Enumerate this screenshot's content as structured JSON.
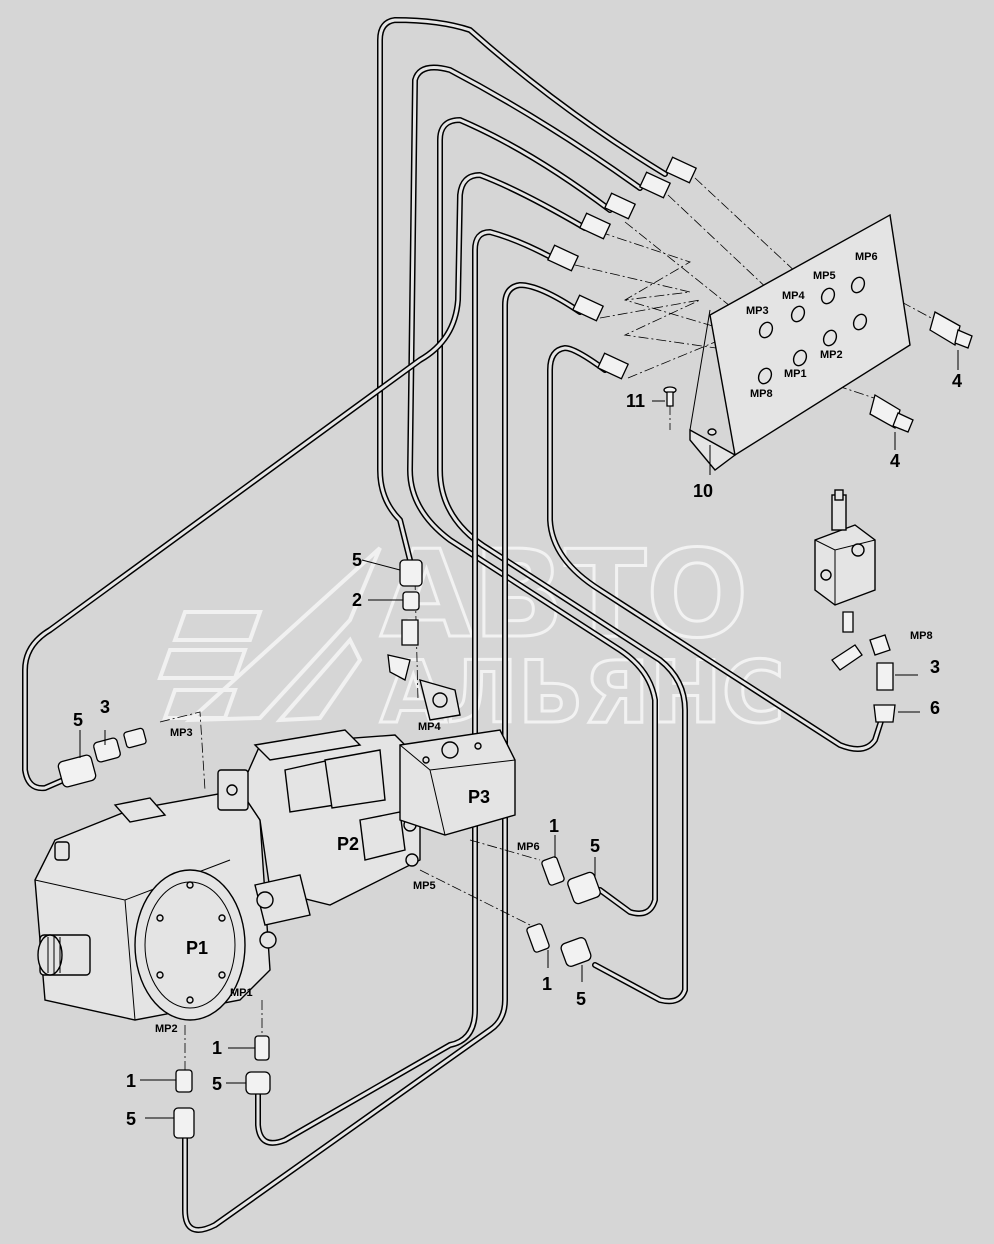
{
  "watermark": {
    "line1": "АВТО",
    "line2": "АЛЬЯНС"
  },
  "components": {
    "p1": "P1",
    "p2": "P2",
    "p3": "P3"
  },
  "ports": {
    "mp1": "MP1",
    "mp2": "MP2",
    "mp3": "MP3",
    "mp4": "MP4",
    "mp5": "MP5",
    "mp6": "MP6",
    "mp8": "MP8"
  },
  "panel_ports": {
    "mp1": "MP1",
    "mp2": "MP2",
    "mp3": "MP3",
    "mp4": "MP4",
    "mp5": "MP5",
    "mp6": "MP6",
    "mp8": "MP8"
  },
  "callouts": {
    "c1": "1",
    "c2": "2",
    "c3": "3",
    "c4": "4",
    "c5": "5",
    "c6": "6",
    "c10": "10",
    "c11": "11"
  }
}
